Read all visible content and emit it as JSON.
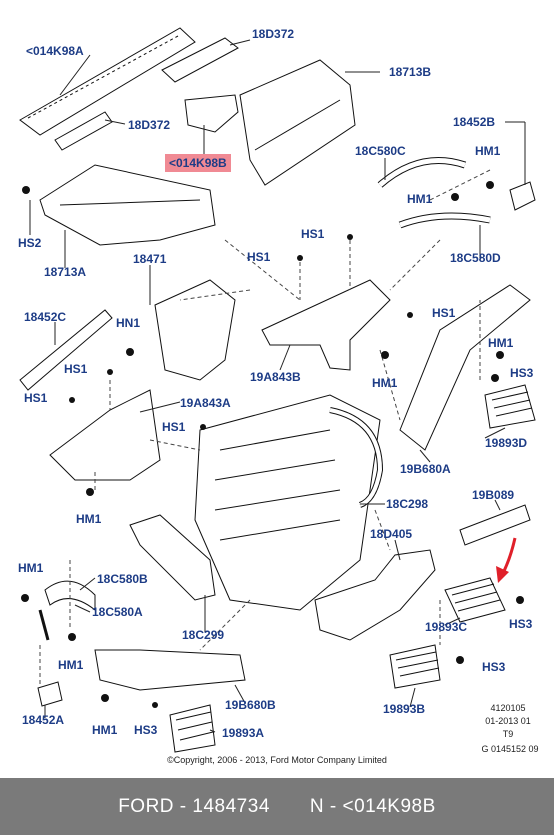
{
  "labels": {
    "l014k98a_top": "<014K98A",
    "l18d372_top": "18D372",
    "l18713b": "18713B",
    "l18d372_mid": "18D372",
    "l014k98b": "<014K98B",
    "l18452b": "18452B",
    "l18c580c": "18C580C",
    "hm1_a": "HM1",
    "hm1_b": "HM1",
    "hs2": "HS2",
    "l18713a": "18713A",
    "hs1_a": "HS1",
    "l18c580d": "18C580D",
    "l18471": "18471",
    "hs1_b": "HS1",
    "l18452c": "18452C",
    "hn1": "HN1",
    "hs1_c": "HS1",
    "hm1_c": "HM1",
    "hs1_d": "HS1",
    "l19a843b": "19A843B",
    "hm1_d": "HM1",
    "hs3_a": "HS3",
    "hs1_e": "HS1",
    "l19a843a": "19A843A",
    "hs1_f": "HS1",
    "l19893d": "19893D",
    "l19b680a": "19B680A",
    "hm1_e": "HM1",
    "l18c298": "18C298",
    "l19b089": "19B089",
    "l18d405": "18D405",
    "hm1_f": "HM1",
    "l18c580b": "18C580B",
    "l18c580a": "18C580A",
    "l19893c": "19893C",
    "hs3_b": "HS3",
    "hm1_g": "HM1",
    "l18c299": "18C299",
    "hs3_c": "HS3",
    "l18452a": "18452A",
    "l19b680b": "19B680B",
    "l19893b": "19893B",
    "hm1_h": "HM1",
    "hs3_d": "HS3",
    "l19893a": "19893A"
  },
  "meta": {
    "code1": "4120105",
    "code2": "01-2013 01",
    "code3": "T9",
    "code4": "G 0145152 09",
    "copyright": "©Copyright, 2006 - 2013, Ford Motor Company Limited"
  },
  "footer": {
    "brand_part": "FORD - 1484734",
    "part_name": "N - <014K98B"
  },
  "colors": {
    "label": "#1d3c86",
    "highlight": "#f08a94",
    "footer_bg": "#7a7a7a",
    "arrow": "#e0202a"
  }
}
